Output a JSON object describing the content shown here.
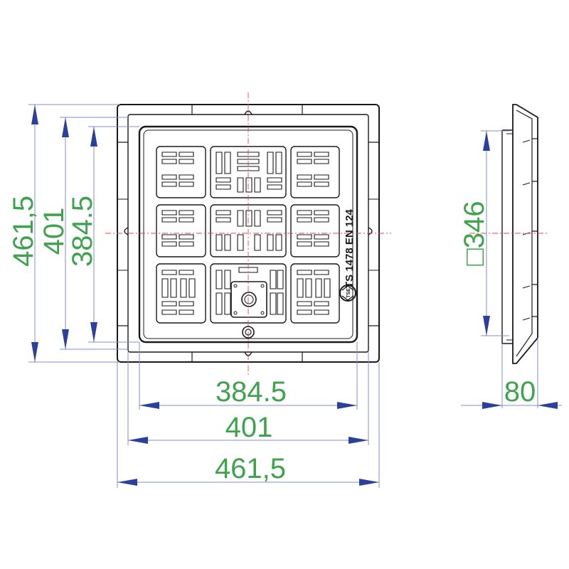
{
  "dimensions": {
    "width_outer": "461,5",
    "width_mid": "401",
    "width_inner": "384.5",
    "height_outer": "461,5",
    "height_mid": "401",
    "height_inner": "384.5",
    "clear_opening_symbol": "□",
    "clear_opening_value": "346",
    "depth": "80"
  },
  "cover_marking": {
    "standard": "TS 1478 EN 124",
    "logo_letters": "TSE"
  },
  "colors": {
    "dimension_text": "#3fa34d",
    "dimension_arrow": "#2b3f9c",
    "extension_line": "#7f8fc4",
    "outline": "#1a1a1a",
    "center_line": "#e0484d"
  },
  "icons": {
    "certification_mark": "tse-logo-icon"
  }
}
